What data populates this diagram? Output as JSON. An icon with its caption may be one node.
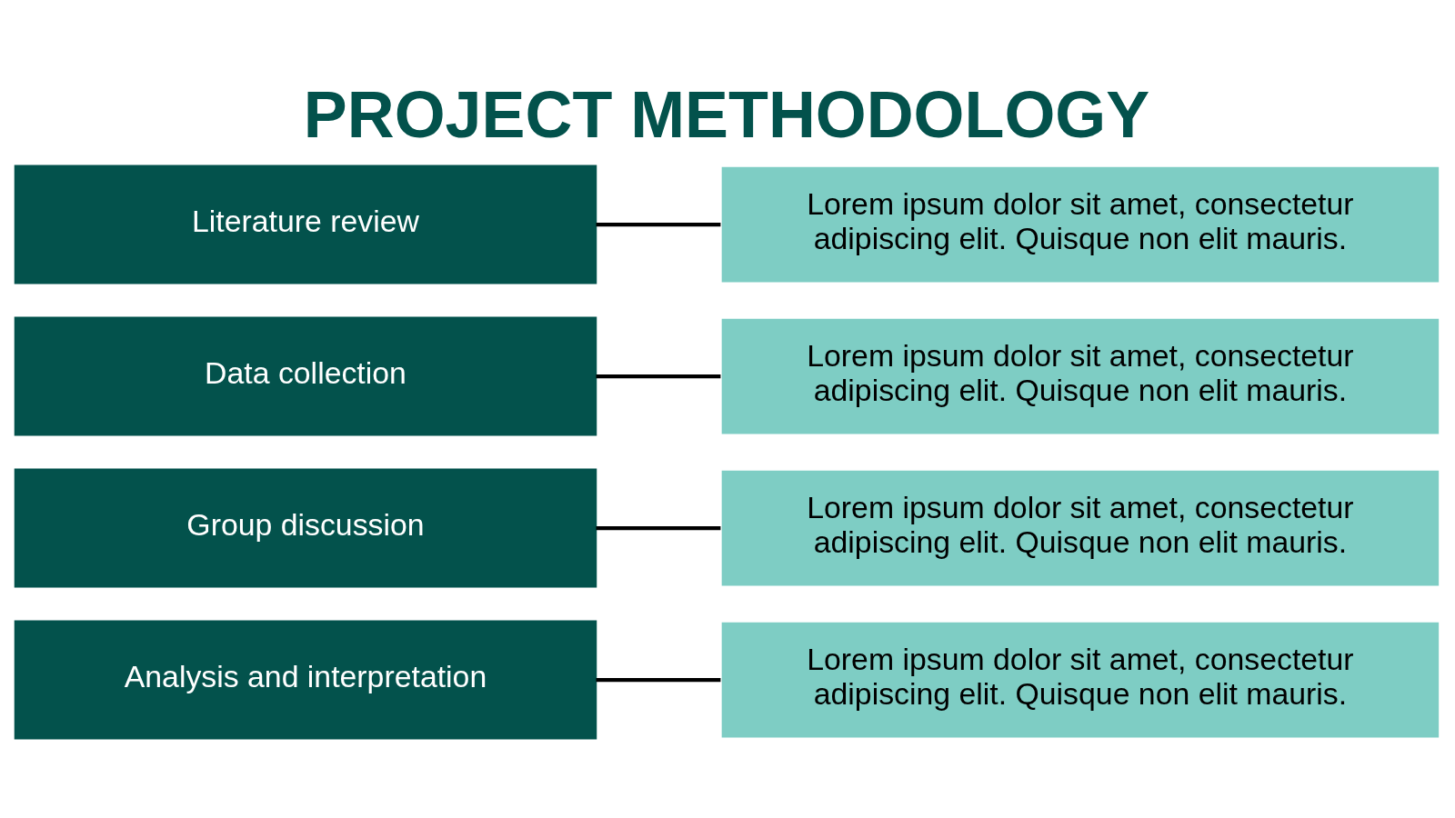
{
  "diagram": {
    "title": "PROJECT METHODOLOGY",
    "nodes": [
      {
        "text": [
          "Literature review"
        ]
      },
      {
        "text": [
          "Data collection"
        ]
      },
      {
        "text": [
          "Group discussion"
        ]
      },
      {
        "text": [
          "Analysis and interpretation"
        ]
      },
      {
        "text": [
          "Lorem ipsum dolor sit amet, consectetur adipiscing elit. Quisque non elit mauris."
        ]
      },
      {
        "text": [
          "Lorem ipsum dolor sit amet, consectetur adipiscing elit. Quisque non elit mauris."
        ]
      },
      {
        "text": [
          "Lorem ipsum dolor sit amet, consectetur adipiscing elit. Quisque non elit mauris."
        ]
      },
      {
        "text": [
          "Lorem ipsum dolor sit amet, consectetur adipiscing elit. Quisque non elit mauris."
        ]
      }
    ],
    "edges": [
      {
        "from": 0,
        "to": 4,
        "arrow": "none"
      },
      {
        "from": 1,
        "to": 5,
        "arrow": "none"
      },
      {
        "from": 2,
        "to": 6,
        "arrow": "none"
      },
      {
        "from": 3,
        "to": 7,
        "arrow": "none"
      }
    ]
  }
}
